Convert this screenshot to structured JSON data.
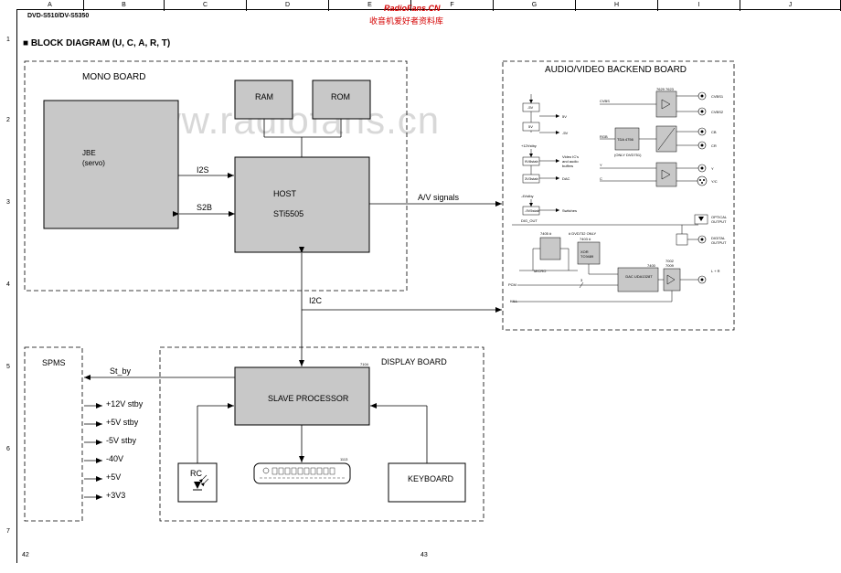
{
  "header": {
    "model": "DVD-S510/DV-S5350",
    "watermark_site_red": "RadioFans.CN",
    "watermark_cn": "收音机爱好者资料库",
    "columns": [
      "A",
      "B",
      "C",
      "D",
      "E",
      "F",
      "G",
      "H",
      "I",
      "J"
    ],
    "rows": [
      "1",
      "2",
      "3",
      "4",
      "5",
      "6",
      "7"
    ]
  },
  "title": "■ BLOCK DIAGRAM (U, C, A, R, T)",
  "watermark": "www.radiofans.cn",
  "mono_board": {
    "title": "MONO BOARD",
    "jbe": "JBE",
    "jbe_sub": "(servo)",
    "ram": "RAM",
    "rom": "ROM",
    "host": "HOST",
    "host_chip": "STi5505",
    "i2s": "I2S",
    "s2b": "S2B"
  },
  "signals": {
    "av": "A/V signals",
    "i2c": "I2C",
    "st_by": "St_by"
  },
  "av_board": {
    "title": "AUDIO/VIDEO BACKEND BOARD",
    "reg_5v_in": "-5V",
    "reg_5v_out": "-5V",
    "reg_5v_b": "5V",
    "cvbs": "CVBS",
    "cvbs_ic": "7629 7623",
    "cvbs1": "CVBS1",
    "cvbs2": "CVBS2",
    "rgb": "RGB",
    "tda": "TDA 4756",
    "only": "(ONLY DVD751)",
    "cb": "CB",
    "cr": "CR",
    "y": "Y",
    "c": "C",
    "yc": "Y/C",
    "12v_stby": "+12Vstby",
    "reg_12v": "9V8stab",
    "video_note": "Video IC's and audio buffers",
    "dac_33": "3V3stab",
    "dac_note": "DAC",
    "neg4v": "-4Vstby",
    "reg_neg4": "-9V5stab",
    "switches": "Switches",
    "dig_out": "DIG_OUT",
    "optical": "OPTICAL OUTPUT",
    "digital": "DIGITAL OUTPUT",
    "ic_7405": "7405 #",
    "ic_7403": "7403 #",
    "dvd732": "# DVD732 ONLY",
    "xor": "XOR TC9489",
    "micro": "MICRO",
    "pcm": "PCM",
    "kill": "KILL",
    "dac_ic": "7400",
    "dac_name": "DAC UDA1328T",
    "amp_ic": "7002 7009",
    "lr": "L + R",
    "bus_3": "3"
  },
  "spms": {
    "title": "SPMS",
    "outputs": [
      "+12V stby",
      "+5V stby",
      "-5V stby",
      "-40V",
      "+5V",
      "+3V3"
    ]
  },
  "display_board": {
    "title": "DISPLAY BOARD",
    "ic": "7104",
    "slave": "SLAVE PROCESSOR",
    "rc": "RC",
    "keyboard": "KEYBOARD",
    "vfd_ic": "1113"
  },
  "footer": {
    "page_left": "42",
    "page_right": "43"
  }
}
